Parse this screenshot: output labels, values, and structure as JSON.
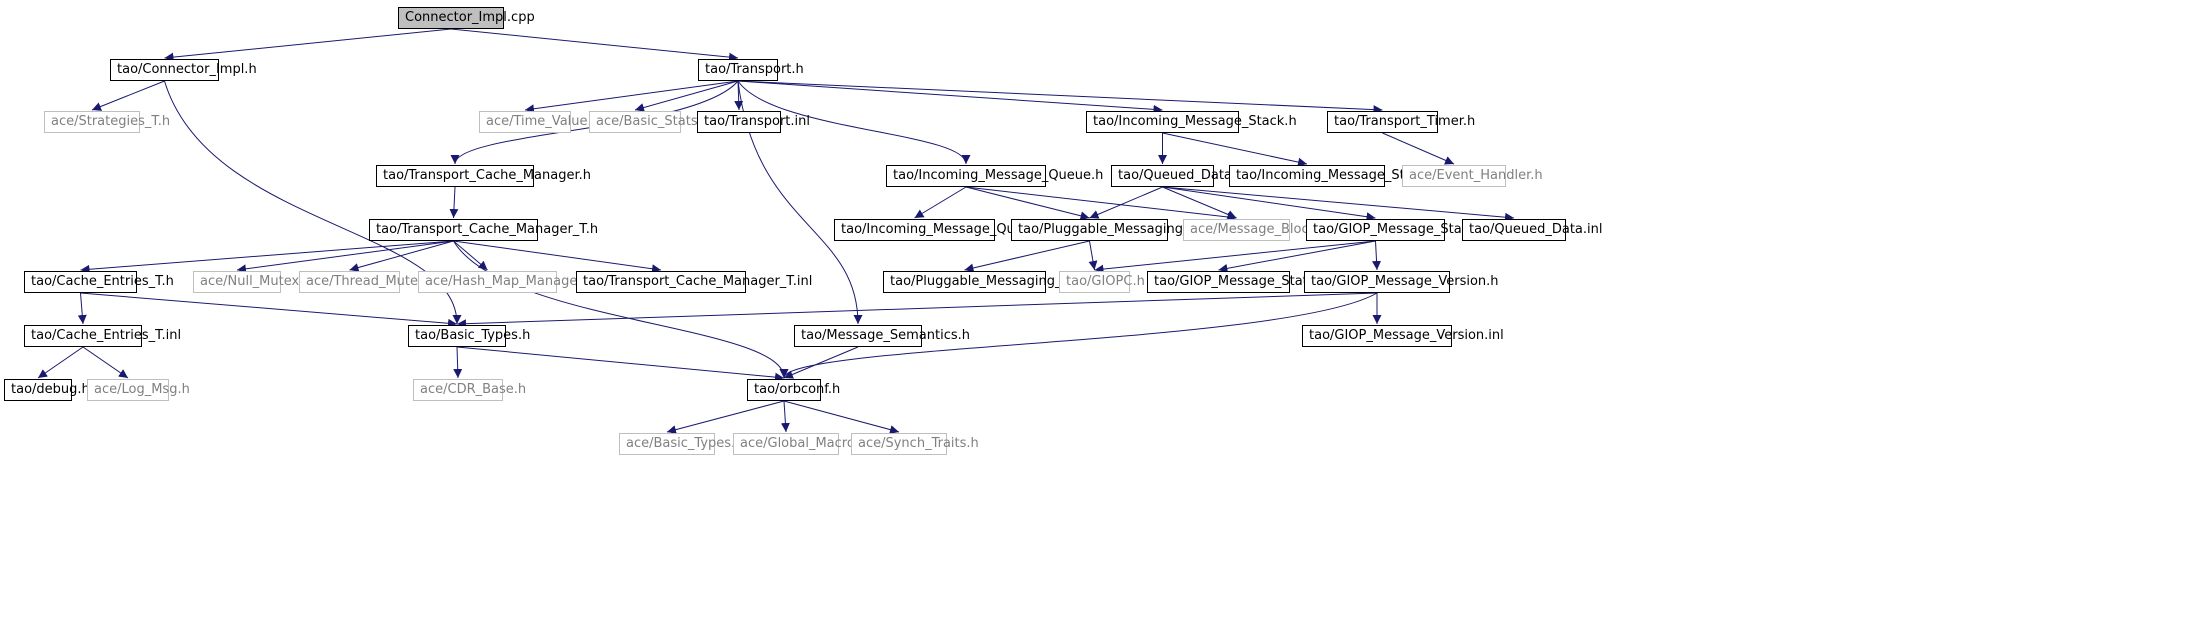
{
  "colors": {
    "edge": "#191970",
    "root_fill": "#bfbfbf",
    "local_border": "#000000",
    "external_border": "#bfbfbf",
    "external_text": "#808080"
  },
  "nodes": {
    "connector_impl_cpp": {
      "label": "Connector_Impl.cpp",
      "kind": "root"
    },
    "connector_impl_h": {
      "label": "tao/Connector_Impl.h",
      "kind": "local"
    },
    "transport_h": {
      "label": "tao/Transport.h",
      "kind": "local"
    },
    "strategies_t_h": {
      "label": "ace/Strategies_T.h",
      "kind": "external"
    },
    "time_value_h": {
      "label": "ace/Time_Value.h",
      "kind": "external"
    },
    "basic_stats_h": {
      "label": "ace/Basic_Stats.h",
      "kind": "external"
    },
    "transport_inl": {
      "label": "tao/Transport.inl",
      "kind": "local"
    },
    "incoming_message_stack_h": {
      "label": "tao/Incoming_Message_Stack.h",
      "kind": "local"
    },
    "transport_timer_h": {
      "label": "tao/Transport_Timer.h",
      "kind": "local"
    },
    "transport_cache_manager_h": {
      "label": "tao/Transport_Cache_Manager.h",
      "kind": "local"
    },
    "incoming_message_queue_h": {
      "label": "tao/Incoming_Message_Queue.h",
      "kind": "local"
    },
    "queued_data_h": {
      "label": "tao/Queued_Data.h",
      "kind": "local"
    },
    "incoming_message_stack_inl": {
      "label": "tao/Incoming_Message_Stack.inl",
      "kind": "local"
    },
    "event_handler_h": {
      "label": "ace/Event_Handler.h",
      "kind": "external"
    },
    "transport_cache_manager_t_h": {
      "label": "tao/Transport_Cache_Manager_T.h",
      "kind": "local"
    },
    "incoming_message_queue_inl": {
      "label": "tao/Incoming_Message_Queue.inl",
      "kind": "local"
    },
    "pluggable_messaging_utils_h": {
      "label": "tao/Pluggable_Messaging_Utils.h",
      "kind": "local"
    },
    "message_block_h": {
      "label": "ace/Message_Block.h",
      "kind": "external"
    },
    "giop_message_state_h": {
      "label": "tao/GIOP_Message_State.h",
      "kind": "local"
    },
    "queued_data_inl": {
      "label": "tao/Queued_Data.inl",
      "kind": "local"
    },
    "cache_entries_t_h": {
      "label": "tao/Cache_Entries_T.h",
      "kind": "local"
    },
    "null_mutex_h": {
      "label": "ace/Null_Mutex.h",
      "kind": "external"
    },
    "thread_mutex_h": {
      "label": "ace/Thread_Mutex.h",
      "kind": "external"
    },
    "hash_map_manager_t_h": {
      "label": "ace/Hash_Map_Manager_T.h",
      "kind": "external"
    },
    "transport_cache_manager_t_inl": {
      "label": "tao/Transport_Cache_Manager_T.inl",
      "kind": "local"
    },
    "pluggable_messaging_utils_inl": {
      "label": "tao/Pluggable_Messaging_Utils.inl",
      "kind": "local"
    },
    "giopc_h": {
      "label": "tao/GIOPC.h",
      "kind": "external"
    },
    "giop_message_state_inl": {
      "label": "tao/GIOP_Message_State.inl",
      "kind": "local"
    },
    "giop_message_version_h": {
      "label": "tao/GIOP_Message_Version.h",
      "kind": "local"
    },
    "cache_entries_t_inl": {
      "label": "tao/Cache_Entries_T.inl",
      "kind": "local"
    },
    "basic_types_h": {
      "label": "tao/Basic_Types.h",
      "kind": "local"
    },
    "message_semantics_h": {
      "label": "tao/Message_Semantics.h",
      "kind": "local"
    },
    "giop_message_version_inl": {
      "label": "tao/GIOP_Message_Version.inl",
      "kind": "local"
    },
    "debug_h": {
      "label": "tao/debug.h",
      "kind": "local"
    },
    "log_msg_h": {
      "label": "ace/Log_Msg.h",
      "kind": "external"
    },
    "cdr_base_h": {
      "label": "ace/CDR_Base.h",
      "kind": "external"
    },
    "orbconf_h": {
      "label": "tao/orbconf.h",
      "kind": "local"
    },
    "ace_basic_types_h": {
      "label": "ace/Basic_Types.h",
      "kind": "external"
    },
    "global_macros_h": {
      "label": "ace/Global_Macros.h",
      "kind": "external"
    },
    "synch_traits_h": {
      "label": "ace/Synch_Traits.h",
      "kind": "external"
    }
  },
  "edges": [
    [
      "connector_impl_cpp",
      "connector_impl_h"
    ],
    [
      "connector_impl_cpp",
      "transport_h"
    ],
    [
      "connector_impl_h",
      "strategies_t_h"
    ],
    [
      "connector_impl_h",
      "basic_types_h"
    ],
    [
      "transport_h",
      "transport_cache_manager_h"
    ],
    [
      "transport_h",
      "time_value_h"
    ],
    [
      "transport_h",
      "basic_stats_h"
    ],
    [
      "transport_h",
      "transport_inl"
    ],
    [
      "transport_h",
      "message_semantics_h"
    ],
    [
      "transport_h",
      "incoming_message_queue_h"
    ],
    [
      "transport_h",
      "incoming_message_stack_h"
    ],
    [
      "transport_h",
      "transport_timer_h"
    ],
    [
      "transport_timer_h",
      "event_handler_h"
    ],
    [
      "incoming_message_stack_h",
      "queued_data_h"
    ],
    [
      "incoming_message_stack_h",
      "incoming_message_stack_inl"
    ],
    [
      "transport_cache_manager_h",
      "transport_cache_manager_t_h"
    ],
    [
      "transport_cache_manager_t_h",
      "cache_entries_t_h"
    ],
    [
      "transport_cache_manager_t_h",
      "null_mutex_h"
    ],
    [
      "transport_cache_manager_t_h",
      "thread_mutex_h"
    ],
    [
      "transport_cache_manager_t_h",
      "hash_map_manager_t_h"
    ],
    [
      "transport_cache_manager_t_h",
      "transport_cache_manager_t_inl"
    ],
    [
      "transport_cache_manager_t_h",
      "orbconf_h"
    ],
    [
      "incoming_message_queue_h",
      "incoming_message_queue_inl"
    ],
    [
      "incoming_message_queue_h",
      "pluggable_messaging_utils_h"
    ],
    [
      "incoming_message_queue_h",
      "message_block_h"
    ],
    [
      "queued_data_h",
      "pluggable_messaging_utils_h"
    ],
    [
      "queued_data_h",
      "message_block_h"
    ],
    [
      "queued_data_h",
      "giop_message_state_h"
    ],
    [
      "queued_data_h",
      "queued_data_inl"
    ],
    [
      "pluggable_messaging_utils_h",
      "pluggable_messaging_utils_inl"
    ],
    [
      "pluggable_messaging_utils_h",
      "giopc_h"
    ],
    [
      "giop_message_state_h",
      "giopc_h"
    ],
    [
      "giop_message_state_h",
      "giop_message_state_inl"
    ],
    [
      "giop_message_state_h",
      "giop_message_version_h"
    ],
    [
      "giop_message_version_h",
      "basic_types_h"
    ],
    [
      "giop_message_version_h",
      "orbconf_h"
    ],
    [
      "giop_message_version_h",
      "giop_message_version_inl"
    ],
    [
      "cache_entries_t_h",
      "cache_entries_t_inl"
    ],
    [
      "cache_entries_t_h",
      "basic_types_h"
    ],
    [
      "cache_entries_t_inl",
      "debug_h"
    ],
    [
      "cache_entries_t_inl",
      "log_msg_h"
    ],
    [
      "basic_types_h",
      "cdr_base_h"
    ],
    [
      "basic_types_h",
      "orbconf_h"
    ],
    [
      "message_semantics_h",
      "orbconf_h"
    ],
    [
      "orbconf_h",
      "ace_basic_types_h"
    ],
    [
      "orbconf_h",
      "global_macros_h"
    ],
    [
      "orbconf_h",
      "synch_traits_h"
    ]
  ]
}
